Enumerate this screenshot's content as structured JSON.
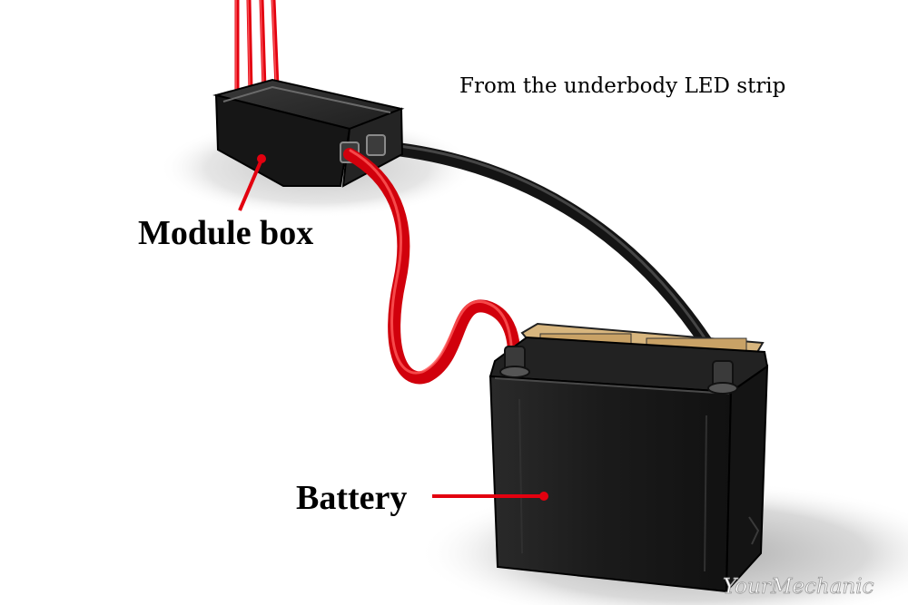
{
  "labels": {
    "led_source": "From the underbody LED strip",
    "module_box": "Module box",
    "battery": "Battery"
  },
  "watermark": {
    "text": "YourMechanic"
  },
  "colors": {
    "wire_red": "#e3000f",
    "cable_black": "#1a1a1a",
    "box_black": "#1c1c1c",
    "battery_black": "#1e1e1e",
    "battery_top_tan": "#d8b67e",
    "shadow_gray": "#c8c8c8",
    "label_text": "#000000"
  },
  "icons": {
    "module_box": "module-box-icon",
    "battery": "car-battery-icon"
  }
}
